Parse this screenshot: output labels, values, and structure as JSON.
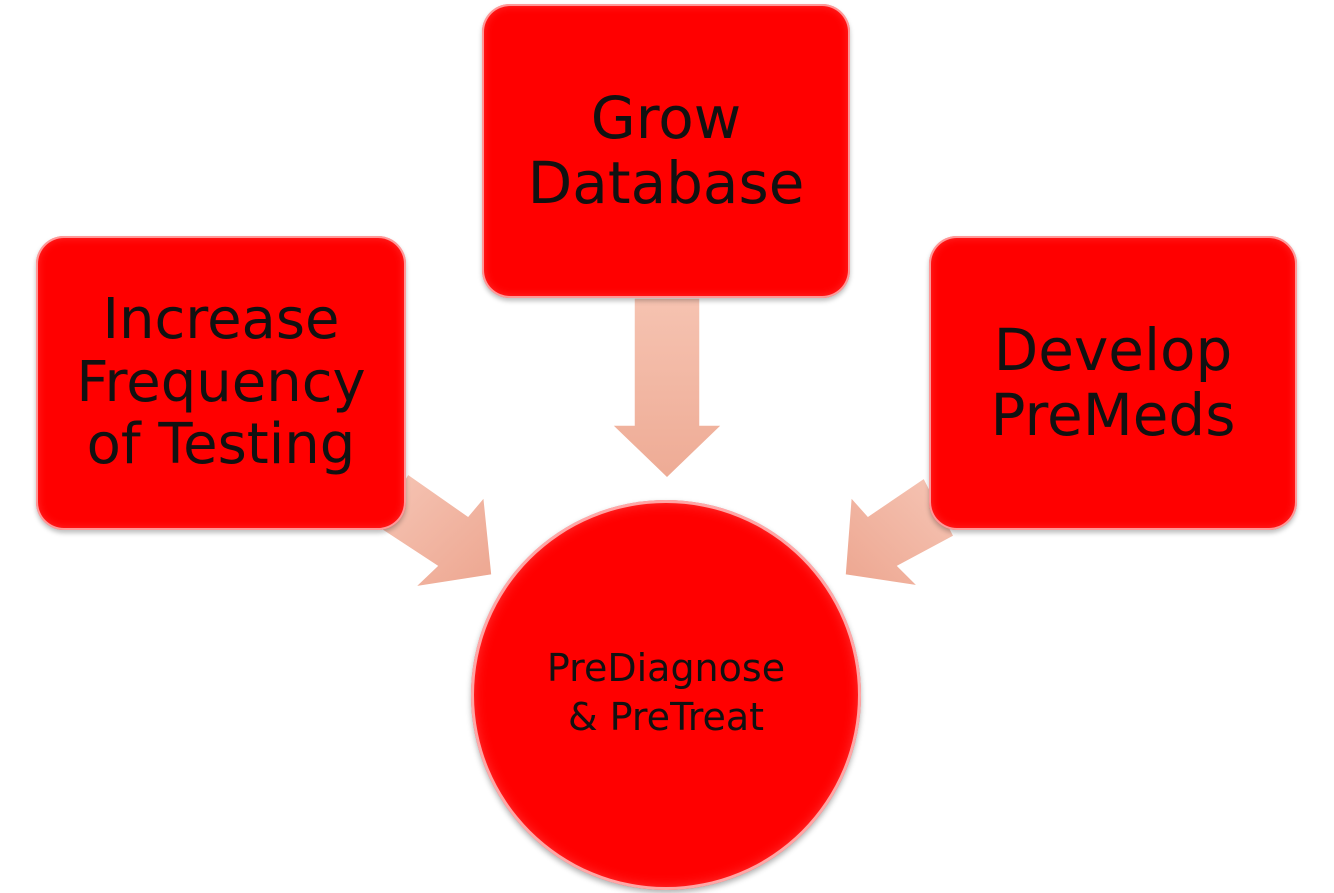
{
  "nodes": {
    "top": {
      "label": "Grow\nDatabase"
    },
    "left": {
      "label": "Increase\nFrequency\nof Testing"
    },
    "right": {
      "label": "Develop\nPreMeds"
    },
    "center": {
      "label": "PreDiagnose\n& PreTreat"
    }
  },
  "colors": {
    "node_fill": "#ff0000",
    "arrow_fill": "#f2b8a2",
    "text": "#111111"
  }
}
